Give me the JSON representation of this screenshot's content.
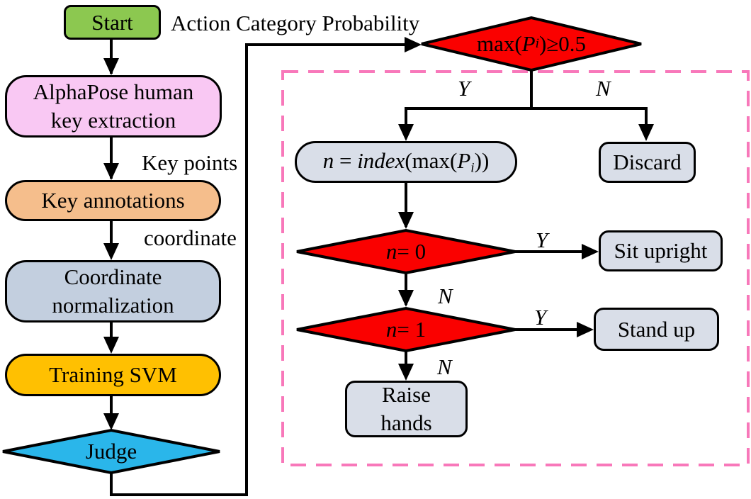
{
  "colors": {
    "start_green": "#8CC850",
    "alphapose_pink": "#F9C8F3",
    "annotations_orange": "#F5BE8C",
    "normalization_blue": "#C3CFDF",
    "svm_gold": "#FFC001",
    "judge_cyan": "#2AB6EA",
    "decision_red": "#FA0100",
    "result_gray": "#D9DEE8",
    "dashed_border_pink": "#F878BA",
    "line_black": "#000000"
  },
  "top_label": "Action Category Probability",
  "edge_labels": {
    "key_points": "Key points",
    "coordinate": "coordinate",
    "y_max": "Y",
    "n_max": "N",
    "y_n0": "Y",
    "n_n0": "N",
    "y_n1": "Y",
    "n_n1": "N"
  },
  "nodes": {
    "start": "Start",
    "alphapose": {
      "line1": "AlphaPose human",
      "line2": "key extraction"
    },
    "key_annotations": "Key annotations",
    "coordinate_normalization": {
      "line1": "Coordinate",
      "line2": "normalization"
    },
    "training_svm": "Training SVM",
    "judge": "Judge",
    "max_prob": [
      {
        "t": "max(",
        "s": "r"
      },
      {
        "t": "P",
        "s": "i"
      },
      {
        "t": "i",
        "s": "sub"
      },
      {
        "t": ")≥0.5",
        "s": "r"
      }
    ],
    "n_index": [
      {
        "t": "n",
        "s": "i"
      },
      {
        "t": " = ",
        "s": "r"
      },
      {
        "t": "index",
        "s": "i"
      },
      {
        "t": "(max(",
        "s": "r"
      },
      {
        "t": "P",
        "s": "i"
      },
      {
        "t": "i",
        "s": "sub"
      },
      {
        "t": "))",
        "s": "r"
      }
    ],
    "discard": "Discard",
    "n_eq_0": [
      {
        "t": "n",
        "s": "i"
      },
      {
        "t": " = 0",
        "s": "r"
      }
    ],
    "sit_upright": "Sit upright",
    "n_eq_1": [
      {
        "t": "n",
        "s": "i"
      },
      {
        "t": " = 1",
        "s": "r"
      }
    ],
    "stand_up": "Stand up",
    "raise_hands": {
      "line1": "Raise",
      "line2": "hands"
    }
  }
}
